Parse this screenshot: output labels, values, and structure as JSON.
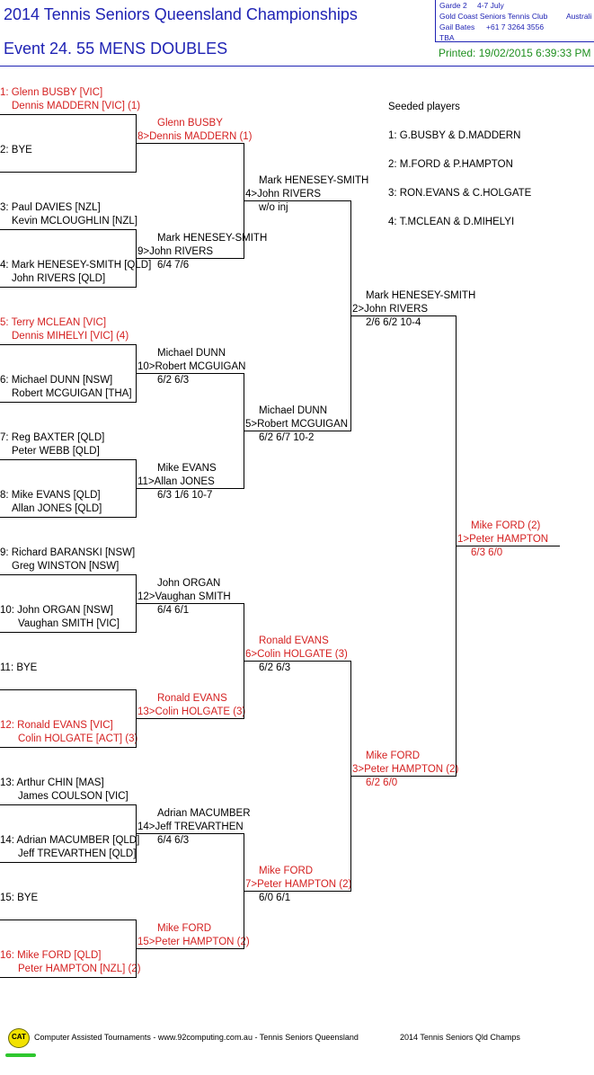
{
  "header": {
    "title": "2014 Tennis Seniors Queensland Championships",
    "event": "Event 24. 55 MENS DOUBLES",
    "grade": "Garde 2",
    "dates": "4-7 July",
    "venue": "Gold Coast Seniors Tennis Club",
    "country": "Australi",
    "contact": "Gail Bates",
    "phone": "+61 7 3264 3556",
    "tba": "TBA",
    "printed": "Printed: 19/02/2015 6:39:33 PM"
  },
  "seeds": {
    "title": "Seeded players",
    "list": [
      "1: G.BUSBY & D.MADDERN",
      "2: M.FORD & P.HAMPTON",
      "3: RON.EVANS & C.HOLGATE",
      "4: T.MCLEAN & D.MIHELYI"
    ]
  },
  "round1": [
    {
      "p1": "1: Glenn BUSBY [VIC]",
      "p2": "Dennis MADDERN [VIC] (1)",
      "red": true
    },
    {
      "p1": "2: BYE",
      "p2": "",
      "red": false
    },
    {
      "p1": "3: Paul DAVIES [NZL]",
      "p2": "Kevin MCLOUGHLIN [NZL]",
      "red": false
    },
    {
      "p1": "4: Mark HENESEY-SMITH [QLD]",
      "p2": "John RIVERS [QLD]",
      "red": false
    },
    {
      "p1": "5: Terry MCLEAN [VIC]",
      "p2": "Dennis MIHELYI [VIC] (4)",
      "red": true
    },
    {
      "p1": "6: Michael DUNN [NSW]",
      "p2": "Robert MCGUIGAN [THA]",
      "red": false
    },
    {
      "p1": "7: Reg BAXTER [QLD]",
      "p2": "Peter WEBB [QLD]",
      "red": false
    },
    {
      "p1": "8: Mike EVANS [QLD]",
      "p2": "Allan JONES [QLD]",
      "red": false
    },
    {
      "p1": "9: Richard BARANSKI [NSW]",
      "p2": "Greg WINSTON [NSW]",
      "red": false
    },
    {
      "p1": "10: John ORGAN [NSW]",
      "p2": "Vaughan SMITH [VIC]",
      "red": false
    },
    {
      "p1": "11: BYE",
      "p2": "",
      "red": false
    },
    {
      "p1": "12: Ronald EVANS [VIC]",
      "p2": "Colin HOLGATE [ACT] (3)",
      "red": true
    },
    {
      "p1": "13: Arthur CHIN [MAS]",
      "p2": "James COULSON [VIC]",
      "red": false
    },
    {
      "p1": "14: Adrian MACUMBER [QLD]",
      "p2": "Jeff TREVARTHEN [QLD]",
      "red": false
    },
    {
      "p1": "15: BYE",
      "p2": "",
      "red": false
    },
    {
      "p1": "16: Mike FORD [QLD]",
      "p2": "Peter HAMPTON [NZL] (2)",
      "red": true
    }
  ],
  "round2": [
    {
      "p1": "Glenn BUSBY",
      "p2": "8>Dennis MADDERN (1)",
      "score": "",
      "red": true
    },
    {
      "p1": "Mark HENESEY-SMITH",
      "p2": "9>John RIVERS",
      "score": "6/4 7/6",
      "red": false
    },
    {
      "p1": "Michael DUNN",
      "p2": "10>Robert MCGUIGAN",
      "score": "6/2 6/3",
      "red": false
    },
    {
      "p1": "Mike EVANS",
      "p2": "11>Allan JONES",
      "score": "6/3 1/6 10-7",
      "red": false
    },
    {
      "p1": "John ORGAN",
      "p2": "12>Vaughan SMITH",
      "score": "6/4 6/1",
      "red": false
    },
    {
      "p1": "Ronald EVANS",
      "p2": "13>Colin HOLGATE (3)",
      "score": "",
      "red": true
    },
    {
      "p1": "Adrian MACUMBER",
      "p2": "14>Jeff TREVARTHEN",
      "score": "6/4 6/3",
      "red": false
    },
    {
      "p1": "Mike FORD",
      "p2": "15>Peter HAMPTON (2)",
      "score": "",
      "red": true
    }
  ],
  "round3": [
    {
      "p1": "Mark HENESEY-SMITH",
      "p2": "4>John RIVERS",
      "score": "w/o inj",
      "red": false
    },
    {
      "p1": "Michael DUNN",
      "p2": "5>Robert MCGUIGAN",
      "score": "6/2 6/7 10-2",
      "red": false
    },
    {
      "p1": "Ronald EVANS",
      "p2": "6>Colin HOLGATE (3)",
      "score": "6/2 6/3",
      "red": true
    },
    {
      "p1": "Mike FORD",
      "p2": "7>Peter HAMPTON (2)",
      "score": "6/0 6/1",
      "red": true
    }
  ],
  "round4": [
    {
      "p1": "Mark HENESEY-SMITH",
      "p2": "2>John RIVERS",
      "score": "2/6 6/2 10-4",
      "red": false
    },
    {
      "p1": "Mike FORD",
      "p2": "3>Peter HAMPTON (2)",
      "score": "6/2 6/0",
      "red": true
    }
  ],
  "final": {
    "p1": "Mike FORD (2)",
    "p2": "1>Peter HAMPTON",
    "score": "6/3 6/0",
    "red": true
  },
  "footer": {
    "logo": "CAT",
    "left": "Computer Assisted Tournaments - www.92computing.com.au -  Tennis Seniors Queensland",
    "right": "2014 Tennis Seniors Qld Champs"
  }
}
